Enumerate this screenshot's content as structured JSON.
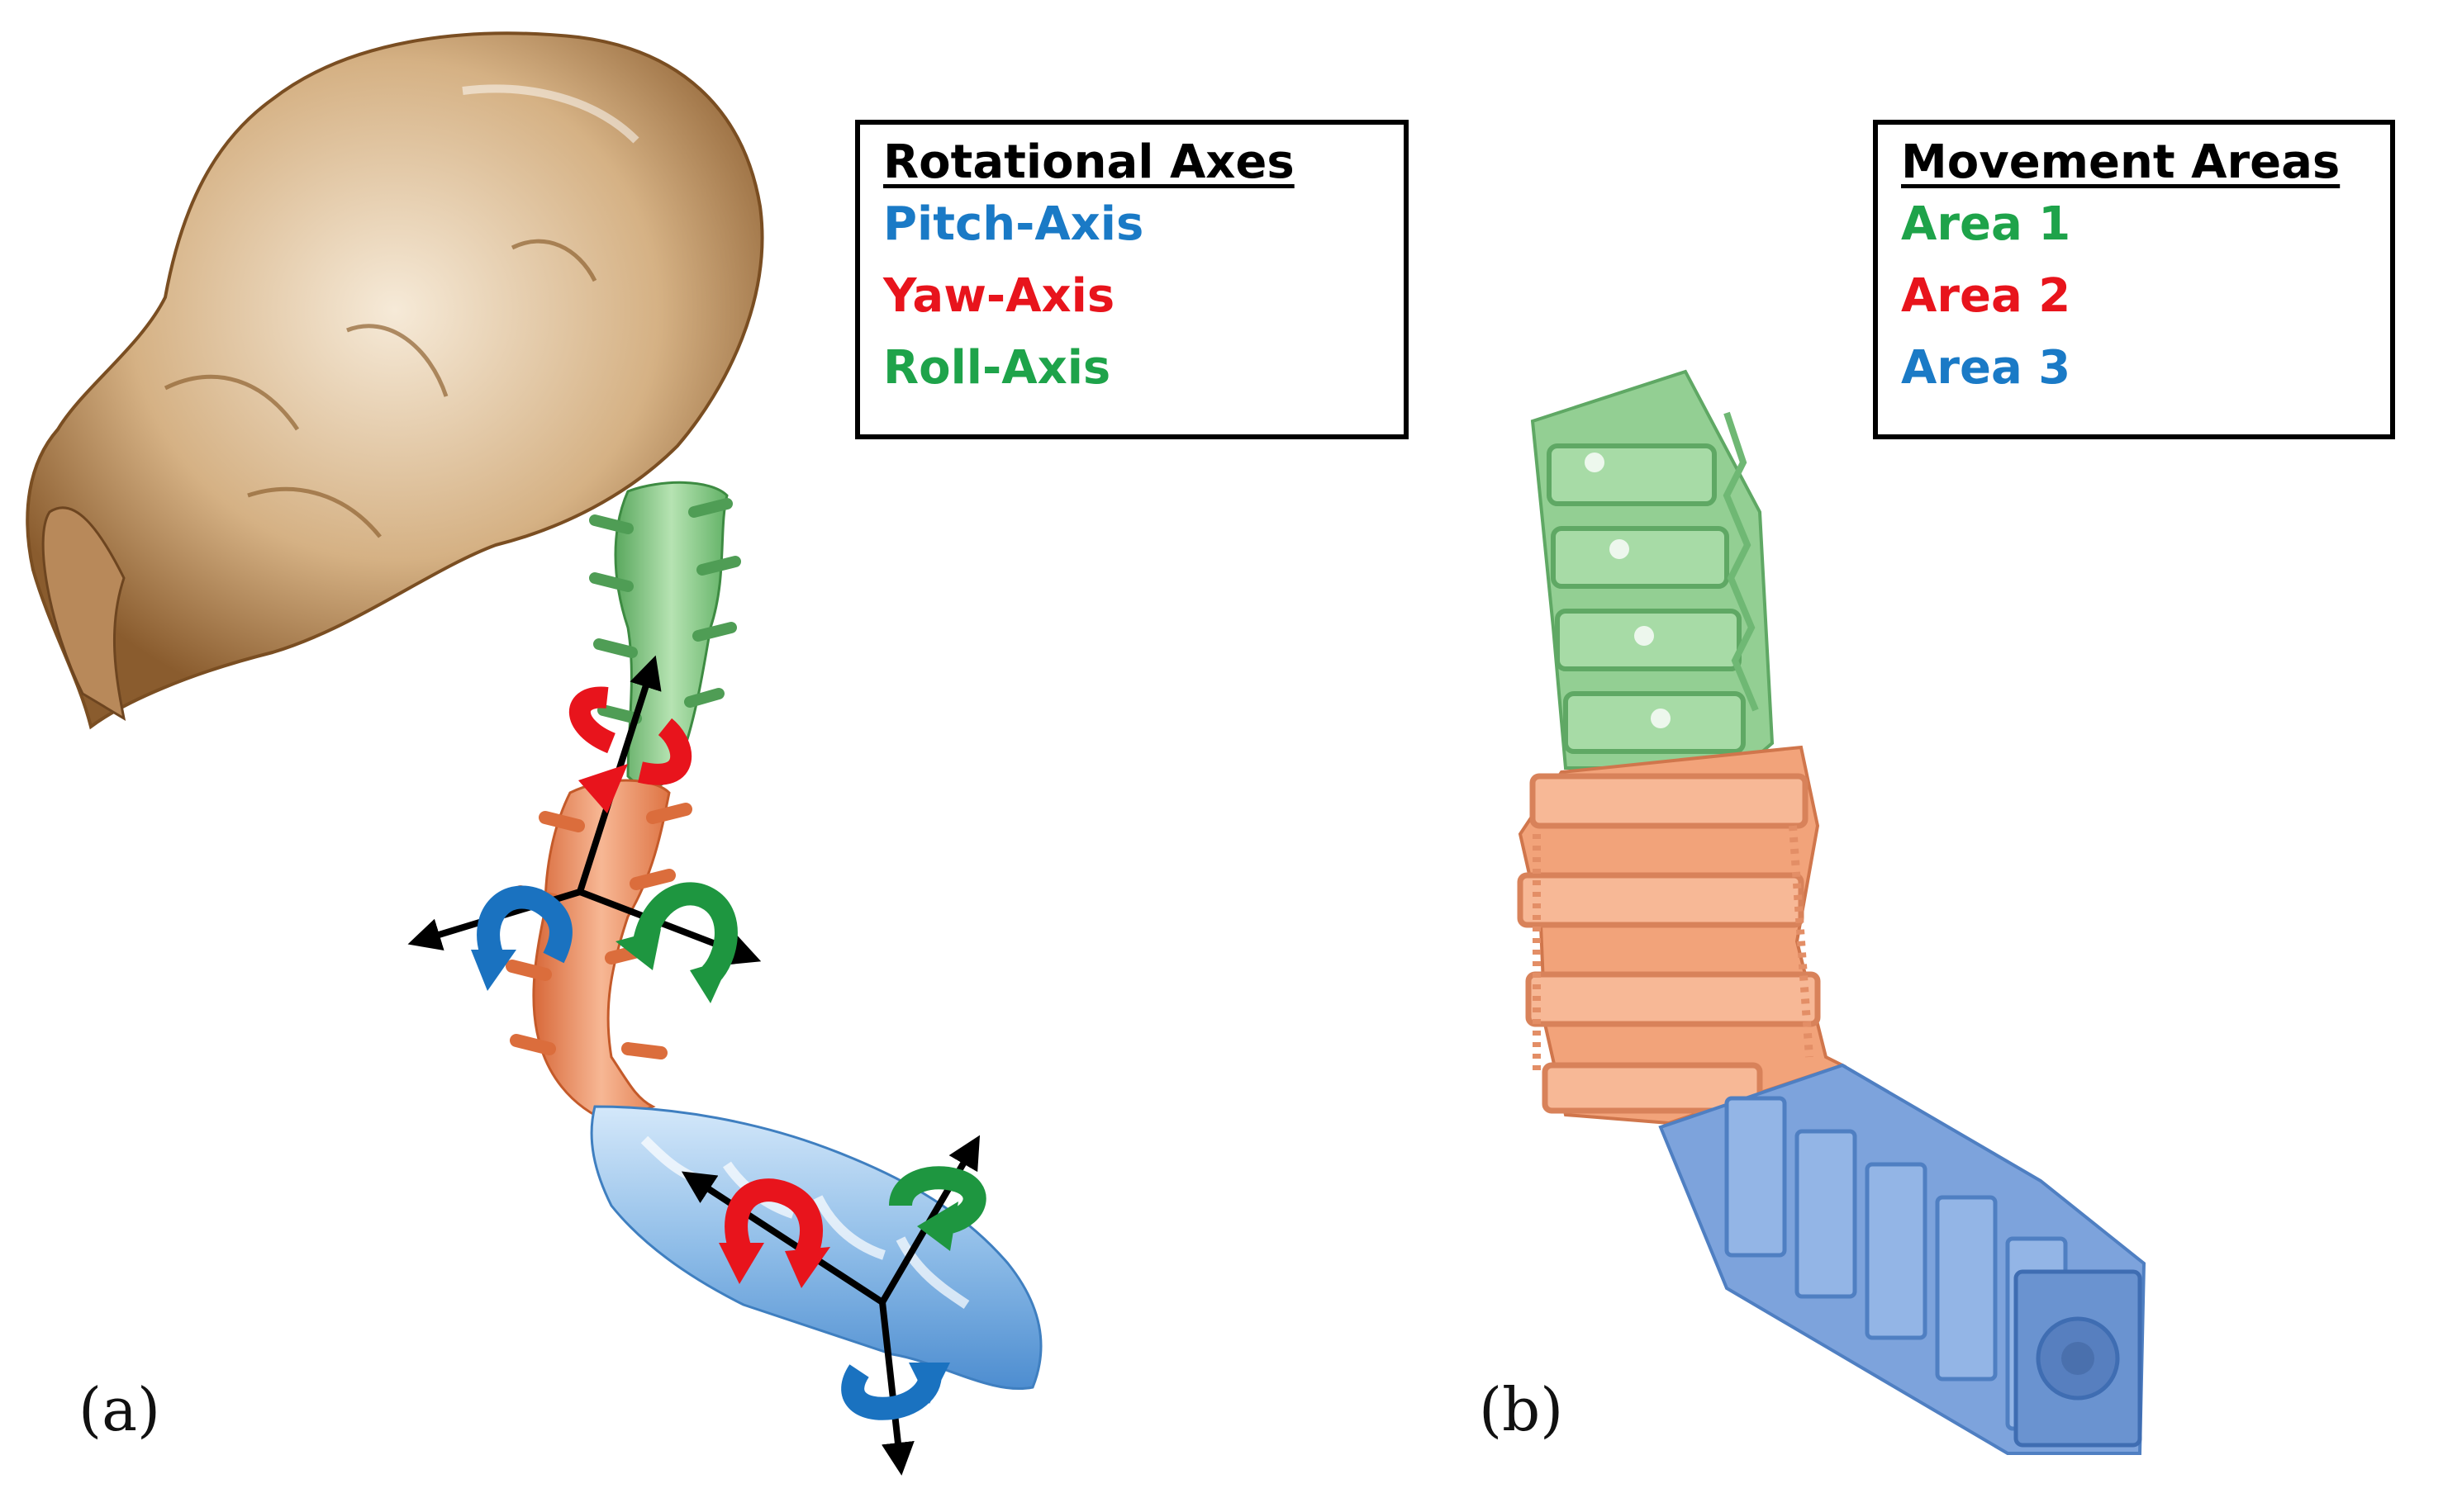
{
  "panel_a": {
    "label": "(a)",
    "legend": {
      "title": "Rotational Axes",
      "items": [
        {
          "label": "Pitch-Axis",
          "color": "#1a7ac6"
        },
        {
          "label": "Yaw-Axis",
          "color": "#e8141c"
        },
        {
          "label": "Roll-Axis",
          "color": "#1ea34a"
        }
      ]
    }
  },
  "panel_b": {
    "label": "(b)",
    "legend": {
      "title": "Movement Areas",
      "items": [
        {
          "label": "Area 1",
          "color": "#1ea34a"
        },
        {
          "label": "Area 2",
          "color": "#e8141c"
        },
        {
          "label": "Area 3",
          "color": "#1a7ac6"
        }
      ]
    }
  },
  "colors": {
    "skull": "#c8a173",
    "cervical_green": "#8ccb8c",
    "thoracic_orange": "#ec9466",
    "lumbar_blue": "#8cb8e6",
    "arrow_pitch": "#1a72c0",
    "arrow_yaw": "#e8141c",
    "arrow_roll": "#1e9640",
    "robot_area1": "#93cf93",
    "robot_area2": "#f2a37a",
    "robot_area3": "#7da3dc"
  }
}
